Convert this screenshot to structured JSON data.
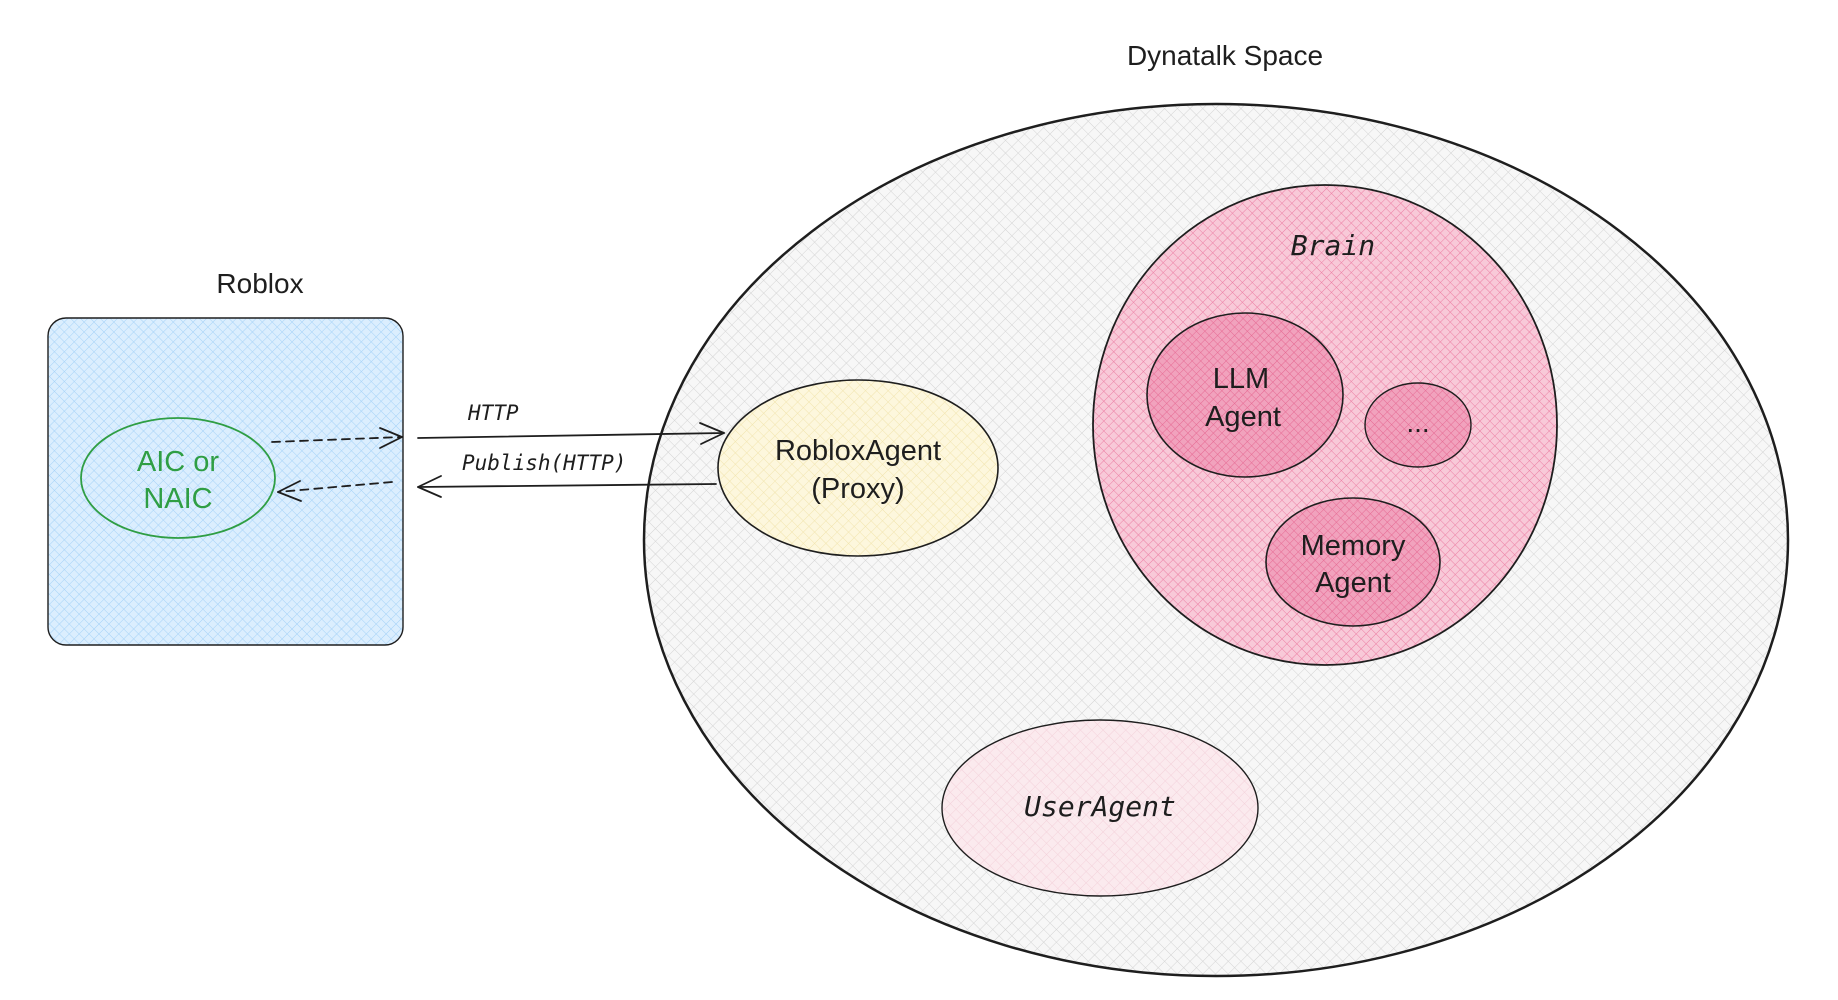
{
  "roblox": {
    "title": "Roblox",
    "node_label_line1": "AIC or",
    "node_label_line2": "NAIC",
    "fill_color": "#a5d8ff",
    "node_color": "#2f9e44"
  },
  "edges": {
    "request_label": "HTTP",
    "response_label": "Publish(HTTP)"
  },
  "space": {
    "title": "Dynatalk Space",
    "proxy_line1": "RobloxAgent",
    "proxy_line2": "(Proxy)",
    "proxy_fill": "#fff3bf",
    "brain_label": "Brain",
    "brain_fill": "#f06595",
    "llm_line1": "LLM",
    "llm_line2": "Agent",
    "ellipsis": "...",
    "memory_line1": "Memory",
    "memory_line2": "Agent",
    "user_agent_label": "UserAgent",
    "user_agent_fill": "#fcc2d7"
  }
}
